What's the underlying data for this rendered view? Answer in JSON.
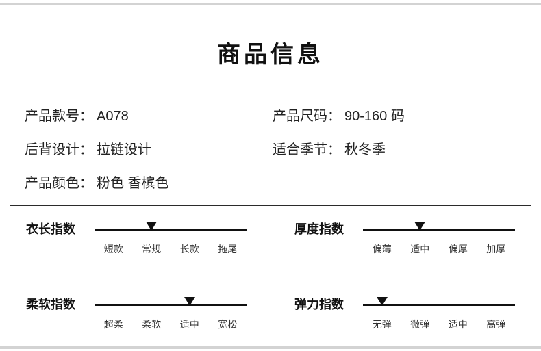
{
  "page": {
    "title": "商品信息"
  },
  "attributes": {
    "left": [
      {
        "label": "产品款号：",
        "value": "A078"
      },
      {
        "label": "后背设计：",
        "value": "拉链设计"
      },
      {
        "label": "产品颜色：",
        "value": "粉色 香槟色"
      }
    ],
    "right": [
      {
        "label": "产品尺码：",
        "value": "90-160 码"
      },
      {
        "label": "适合季节：",
        "value": "秋冬季"
      }
    ]
  },
  "indices": [
    {
      "title": "衣长指数",
      "labels": [
        "短款",
        "常规",
        "长款",
        "拖尾"
      ],
      "selected": 1
    },
    {
      "title": "厚度指数",
      "labels": [
        "偏薄",
        "适中",
        "偏厚",
        "加厚"
      ],
      "selected": 1
    },
    {
      "title": "柔软指数",
      "labels": [
        "超柔",
        "柔软",
        "适中",
        "宽松"
      ],
      "selected": 2
    },
    {
      "title": "弹力指数",
      "labels": [
        "无弹",
        "微弹",
        "适中",
        "高弹"
      ],
      "selected": 0
    }
  ],
  "colors": {
    "text": "#1a1a1a",
    "line": "#111111",
    "rule": "#d3d3d3"
  }
}
